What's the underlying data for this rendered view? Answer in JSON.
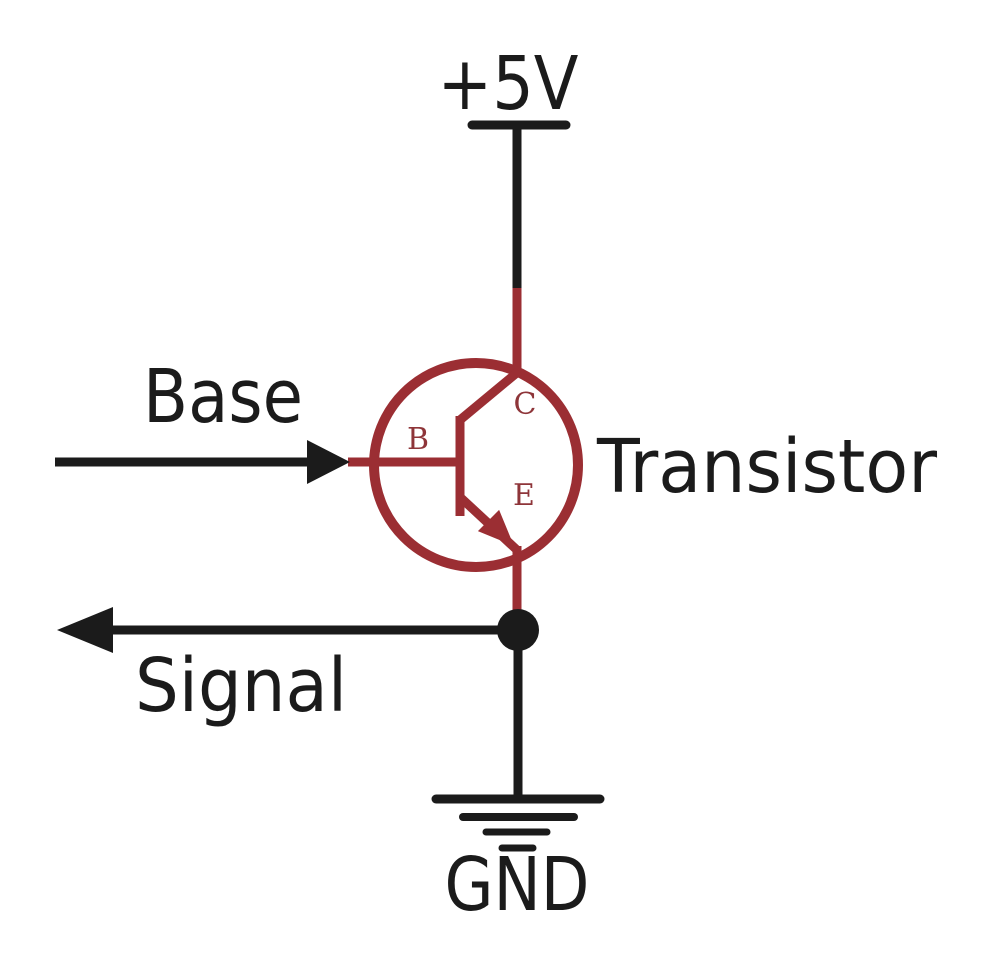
{
  "diagram": {
    "kind": "transistor-circuit-schematic",
    "labels": {
      "power": "+5V",
      "base_input": "Base",
      "component": "Transistor",
      "signal_output": "Signal",
      "ground": "GND"
    },
    "transistor_pins": {
      "base": "B",
      "collector": "C",
      "emitter": "E"
    },
    "colors": {
      "wire_black": "#1b1b1b",
      "transistor_red": "#9b2e33",
      "pin_label_red": "#8e3539",
      "background": "#ffffff"
    }
  }
}
